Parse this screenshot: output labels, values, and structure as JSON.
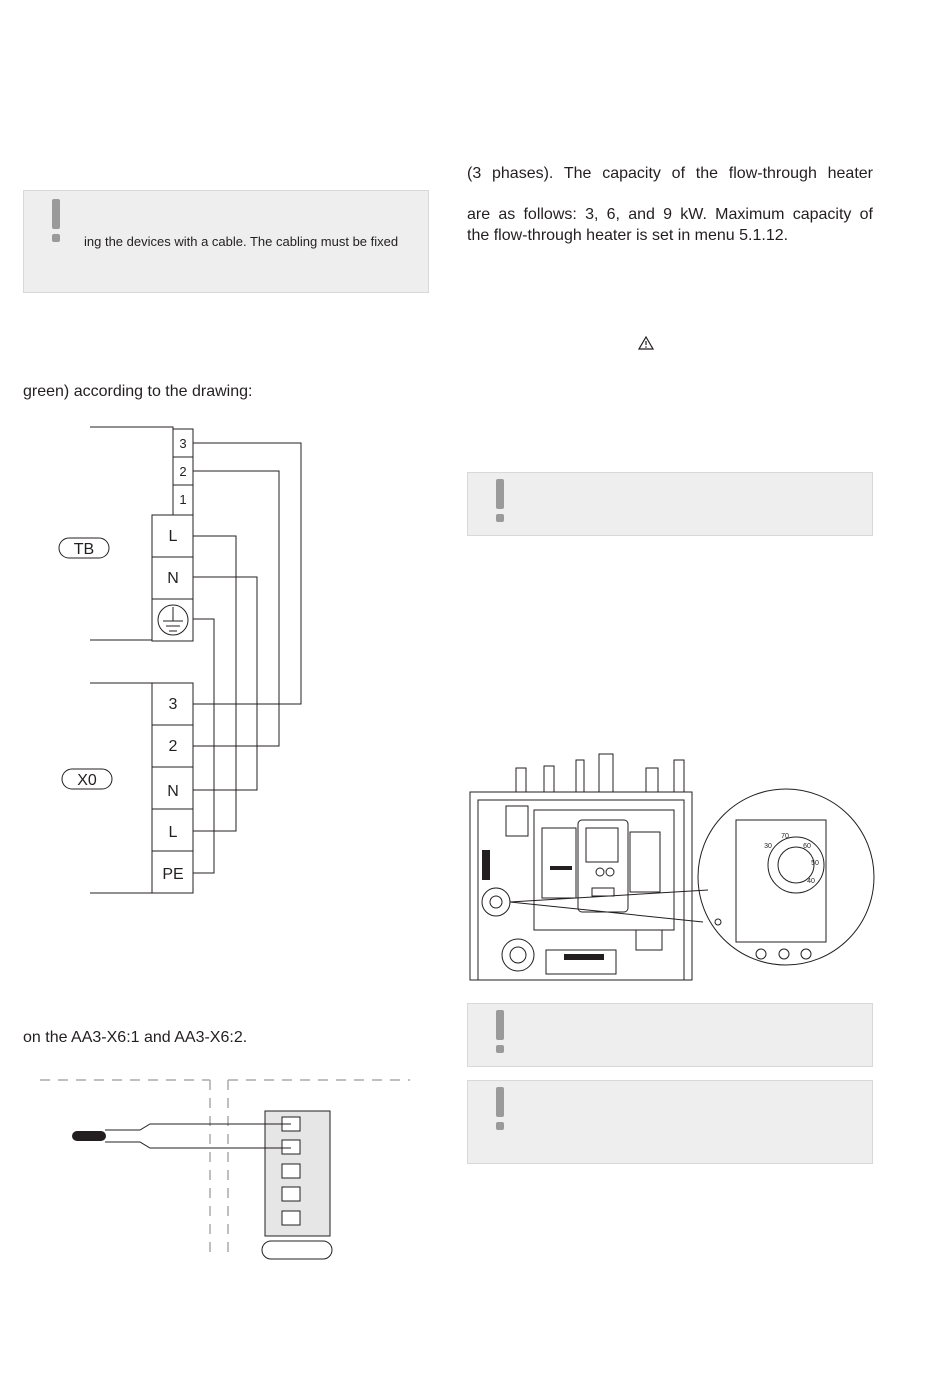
{
  "left": {
    "note1_text": "ing the devices with a cable. The cabling must be fixed",
    "para1": "green) according to the drawing:",
    "para2": "on the AA3-X6:1 and AA3-X6:2."
  },
  "right": {
    "para1_line1": "(3 phases). The capacity of the flow-through heater",
    "para2_line1": "are as follows: 3, 6, and 9 kW. Maximum capacity of",
    "para2_line2": "the flow-through heater is set in menu 5.1.12."
  },
  "wiring": {
    "tb_label": "TB",
    "x0_label": "X0",
    "tb_terminals_small": [
      "3",
      "2",
      "1"
    ],
    "tb_terminals": [
      "L",
      "N"
    ],
    "x0_terminals": [
      "3",
      "2",
      "N",
      "L",
      "PE"
    ]
  },
  "thermostat_scale": [
    "30",
    "70",
    "60",
    "50",
    "40"
  ],
  "colors": {
    "note_bg": "#eeeeee",
    "mark": "#9a9a9a",
    "line": "#231f20"
  }
}
